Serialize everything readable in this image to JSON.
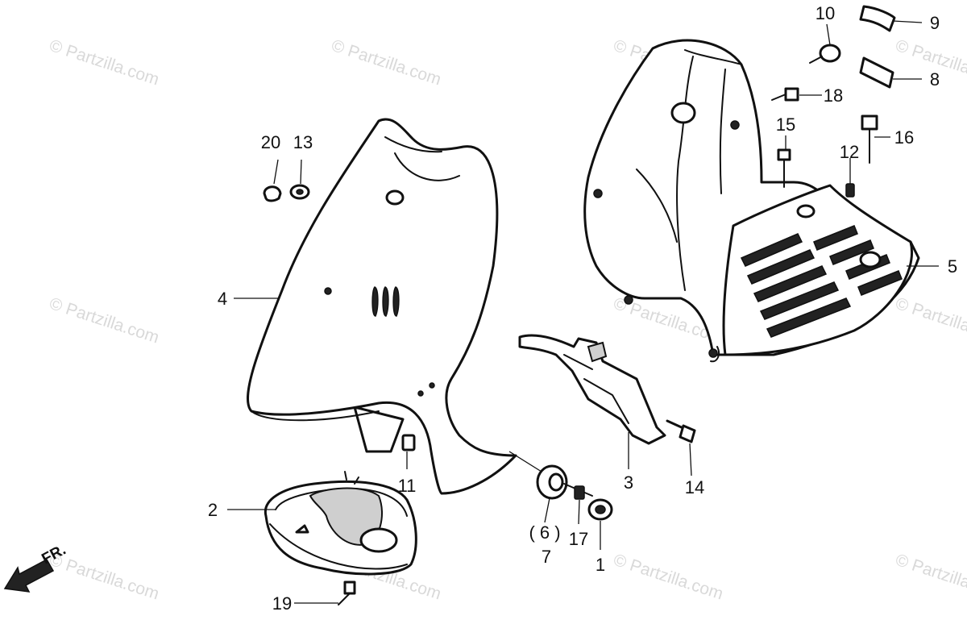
{
  "watermark": {
    "text": "© Partzilla.com"
  },
  "front_indicator": {
    "label": "FR."
  },
  "callouts": [
    {
      "id": "1",
      "label": "1"
    },
    {
      "id": "2",
      "label": "2"
    },
    {
      "id": "3",
      "label": "3"
    },
    {
      "id": "4",
      "label": "4"
    },
    {
      "id": "5",
      "label": "5"
    },
    {
      "id": "6",
      "label": "( 6 )"
    },
    {
      "id": "7",
      "label": "7"
    },
    {
      "id": "8",
      "label": "8"
    },
    {
      "id": "9",
      "label": "9"
    },
    {
      "id": "10",
      "label": "10"
    },
    {
      "id": "11",
      "label": "11"
    },
    {
      "id": "12",
      "label": "12"
    },
    {
      "id": "13",
      "label": "13"
    },
    {
      "id": "14",
      "label": "14"
    },
    {
      "id": "15",
      "label": "15"
    },
    {
      "id": "16",
      "label": "16"
    },
    {
      "id": "17",
      "label": "17"
    },
    {
      "id": "18",
      "label": "18"
    },
    {
      "id": "19",
      "label": "19"
    },
    {
      "id": "20",
      "label": "20"
    }
  ]
}
